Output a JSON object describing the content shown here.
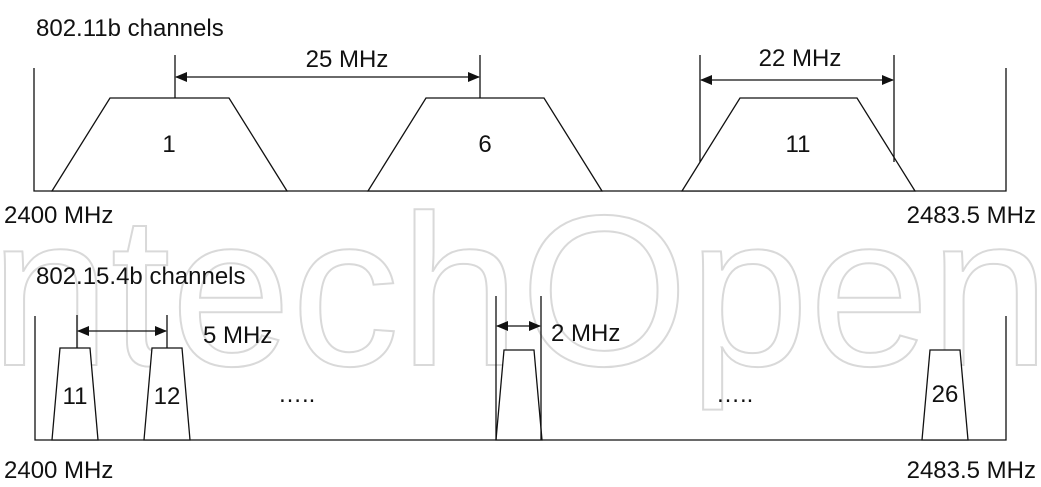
{
  "watermark": "ntechOpen",
  "wifi": {
    "title": "802.11b channels",
    "channel_1": "1",
    "channel_6": "6",
    "channel_11": "11",
    "spacing_label": "25 MHz",
    "width_label": "22 MHz",
    "left_freq": "2400 MHz",
    "right_freq": "2483.5 MHz"
  },
  "zigbee": {
    "title": "802.15.4b channels",
    "channel_11": "11",
    "channel_12": "12",
    "channel_26": "26",
    "spacing_label": "5 MHz",
    "width_label": "2 MHz",
    "ellipsis_left": "…..",
    "ellipsis_right": "…..",
    "left_freq": "2400 MHz",
    "right_freq": "2483.5 MHz"
  },
  "colors": {
    "line": "#111111",
    "watermark": "#d9d9d9"
  }
}
